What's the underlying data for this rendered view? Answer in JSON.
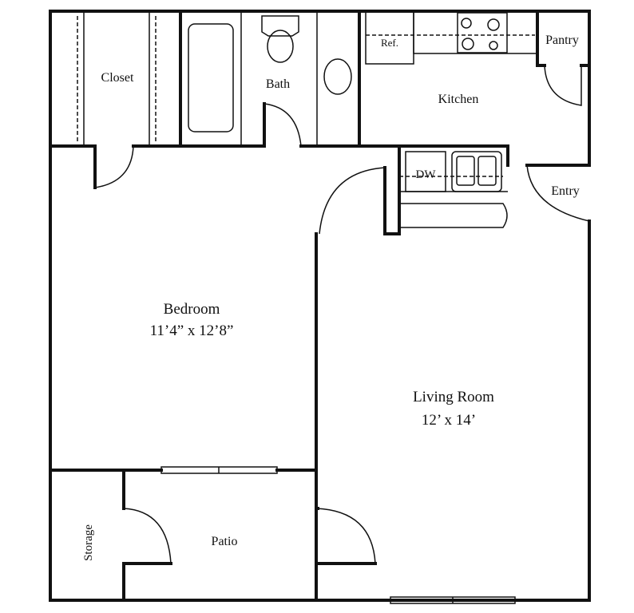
{
  "plan": {
    "rooms": {
      "closet": "Closet",
      "bath": "Bath",
      "kitchen": "Kitchen",
      "pantry": "Pantry",
      "entry": "Entry",
      "bedroom": "Bedroom",
      "bedroom_size": "11’4” x 12’8”",
      "living": "Living Room",
      "living_size": "12’ x 14’",
      "patio": "Patio",
      "storage": "Storage"
    },
    "fixtures": {
      "refrigerator": "Ref.",
      "dishwasher": "DW"
    }
  }
}
